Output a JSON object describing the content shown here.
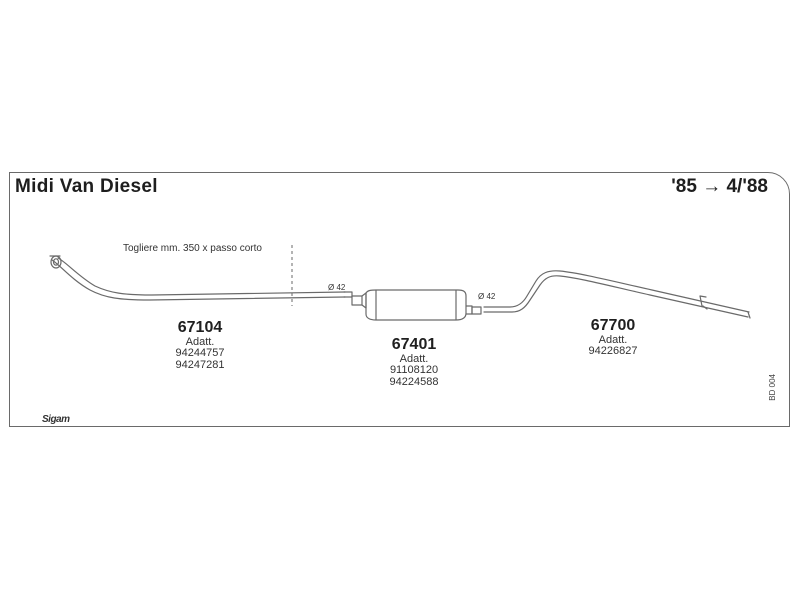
{
  "header": {
    "title": "Midi Van Diesel",
    "date_range": "'85 → 4/'88"
  },
  "note": "Togliere mm. 350 x passo corto",
  "diameters": {
    "left": "Ø 42",
    "right": "Ø 42"
  },
  "parts": [
    {
      "code": "67104",
      "subtitle": "Adatt.",
      "refs": [
        "94244757",
        "94247281"
      ]
    },
    {
      "code": "67401",
      "subtitle": "Adatt.",
      "refs": [
        "91108120",
        "94224588"
      ]
    },
    {
      "code": "67700",
      "subtitle": "Adatt.",
      "refs": [
        "94226827"
      ]
    }
  ],
  "diagram_code": "BD 004",
  "brand": "Sigam",
  "colors": {
    "line": "#6a6a6a",
    "frame": "#6a6a6a"
  }
}
